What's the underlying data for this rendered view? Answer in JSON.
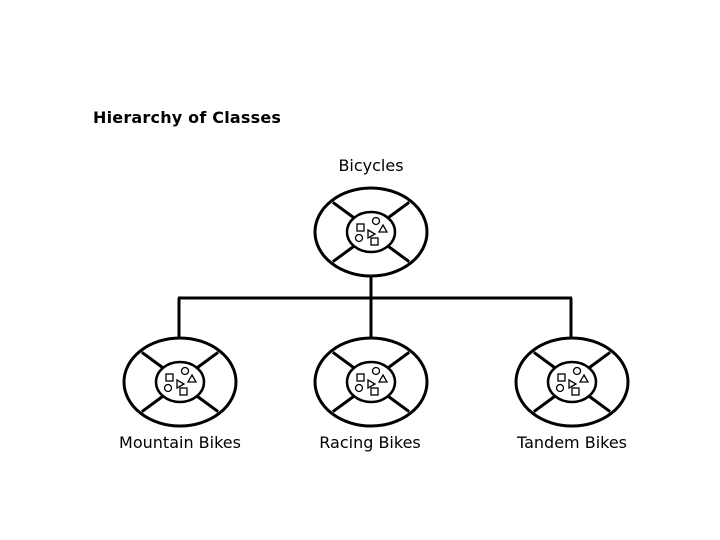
{
  "title": "Hierarchy of Classes",
  "root": {
    "label": "Bicycles"
  },
  "children": [
    {
      "label": "Mountain Bikes"
    },
    {
      "label": "Racing Bikes"
    },
    {
      "label": "Tandem Bikes"
    }
  ],
  "colors": {
    "stroke": "#000000",
    "background": "#ffffff"
  }
}
